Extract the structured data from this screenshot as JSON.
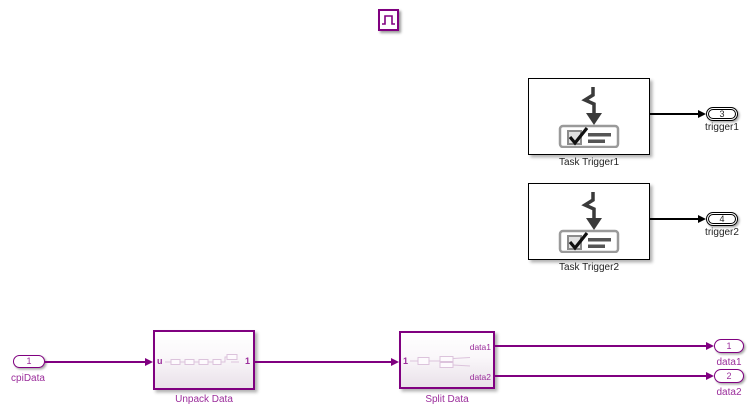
{
  "colors": {
    "purple": "#800080",
    "purpleText": "#9B2D9B",
    "black": "#000000",
    "darkText": "#1F1F1F"
  },
  "icons": {
    "pulse": "pulse-waveform-trigger",
    "task": "lightning-bolt-checklist"
  },
  "blocks": {
    "task_trigger1": {
      "label": "Task Trigger1"
    },
    "task_trigger2": {
      "label": "Task Trigger2"
    },
    "unpack": {
      "label": "Unpack Data",
      "input_label": "u",
      "output_label": "1"
    },
    "split": {
      "label": "Split Data",
      "input_label": "1",
      "output1_label": "data1",
      "output2_label": "data2"
    }
  },
  "ports": {
    "cpiData": {
      "number": "1",
      "label": "cpiData"
    },
    "trigger1": {
      "number": "3",
      "label": "trigger1"
    },
    "trigger2": {
      "number": "4",
      "label": "trigger2"
    },
    "data1": {
      "number": "1",
      "label": "data1"
    },
    "data2": {
      "number": "2",
      "label": "data2"
    }
  }
}
